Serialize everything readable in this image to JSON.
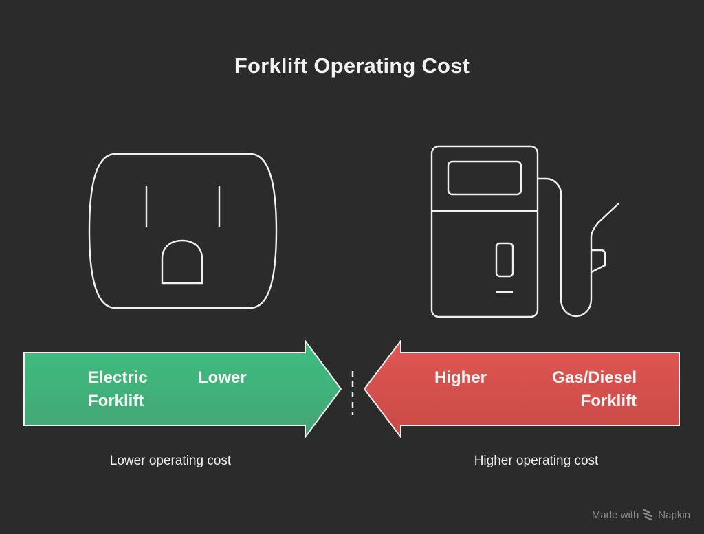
{
  "title": "Forklift Operating Cost",
  "left": {
    "icon": "electrical-outlet-icon",
    "arrow_color_top": "#3dbf7f",
    "arrow_color_bottom": "#45a476",
    "option_label": "Electric Forklift",
    "option_label_line1": "Electric",
    "option_label_line2": "Forklift",
    "value_label": "Lower",
    "caption": "Lower operating cost",
    "direction": "right"
  },
  "right": {
    "icon": "fuel-pump-icon",
    "arrow_color_top": "#e05752",
    "arrow_color_bottom": "#c94a47",
    "option_label": "Gas/Diesel Forklift",
    "option_label_line1": "Gas/Diesel",
    "option_label_line2": "Forklift",
    "value_label": "Higher",
    "caption": "Higher operating cost",
    "direction": "left"
  },
  "divider": "dashed-line",
  "watermark": {
    "prefix": "Made with",
    "brand": "Napkin",
    "icon": "napkin-logo-icon"
  }
}
